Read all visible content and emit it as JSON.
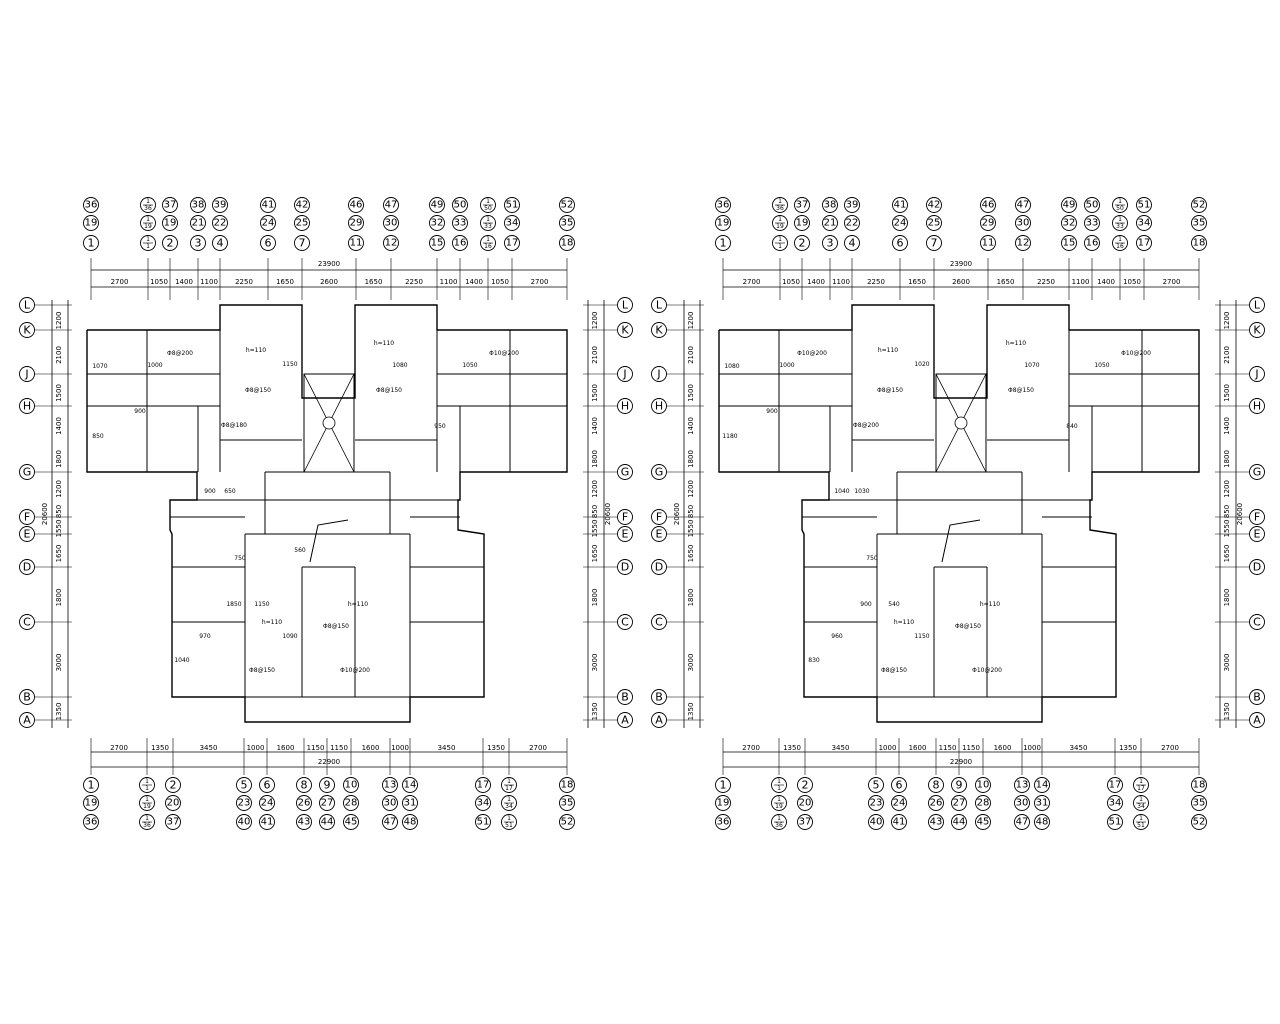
{
  "plans": [
    {
      "id": "left",
      "top_axes": [
        [
          "36",
          "19",
          "1"
        ],
        [
          "1/36",
          "1/19",
          "1/1"
        ],
        [
          "37",
          "19",
          "2"
        ],
        [
          "38",
          "21",
          "3"
        ],
        [
          "39",
          "22",
          "4"
        ],
        [
          "41",
          "24",
          "6"
        ],
        [
          "42",
          "25",
          "7"
        ],
        [
          "46",
          "29",
          "11"
        ],
        [
          "47",
          "30",
          "12"
        ],
        [
          "49",
          "32",
          "15"
        ],
        [
          "50",
          "33",
          "16"
        ],
        [
          "1/50",
          "1/33",
          "1/16"
        ],
        [
          "51",
          "34",
          "17"
        ],
        [
          "52",
          "35",
          "18"
        ]
      ],
      "top_dims": [
        "2700",
        "1050",
        "1400",
        "1100",
        "2250",
        "1650",
        "2600",
        "1650",
        "2250",
        "1100",
        "1400",
        "1050",
        "2700"
      ],
      "top_total": "23900",
      "bottom_dims": [
        "2700",
        "1350",
        "3450",
        "1000",
        "1600",
        "1150",
        "1150",
        "1600",
        "1000",
        "3450",
        "1350",
        "2700"
      ],
      "bottom_total": "22900",
      "bottom_axes": [
        [
          "1",
          "19",
          "36"
        ],
        [
          "1/1",
          "1/19",
          "1/36"
        ],
        [
          "2",
          "20",
          "37"
        ],
        [
          "5",
          "23",
          "40"
        ],
        [
          "6",
          "24",
          "41"
        ],
        [
          "8",
          "26",
          "43"
        ],
        [
          "9",
          "27",
          "44"
        ],
        [
          "10",
          "28",
          "45"
        ],
        [
          "13",
          "30",
          "47"
        ],
        [
          "14",
          "31",
          "48"
        ],
        [
          "17",
          "34",
          "51"
        ],
        [
          "1/17",
          "1/34",
          "1/51"
        ],
        [
          "18",
          "35",
          "52"
        ]
      ],
      "row_axes": [
        "L",
        "K",
        "J",
        "H",
        "G",
        "F",
        "E",
        "D",
        "C",
        "B",
        "A"
      ],
      "row_dims": [
        "1200",
        "2100",
        "1500",
        "1400",
        "1800",
        "1200",
        "850",
        "1550",
        "1650",
        "1800",
        "3000",
        "1350"
      ],
      "row_total": "20600",
      "labels": {
        "slabs": [
          "h=110",
          "h=110",
          "h=110",
          "h=110"
        ],
        "rebars": [
          "Φ8@150",
          "Φ8@150",
          "Φ8@180",
          "Φ8@200",
          "Φ10@200",
          "Φ8@150",
          "Φ8@150",
          "Φ10@200"
        ],
        "dims": [
          "1070",
          "1000",
          "900",
          "1080",
          "1050",
          "1150",
          "950",
          "850",
          "650",
          "900",
          "970",
          "750",
          "1090",
          "1040",
          "1150",
          "1850",
          "560"
        ]
      }
    },
    {
      "id": "right",
      "top_axes": [
        [
          "36",
          "19",
          "1"
        ],
        [
          "1/36",
          "1/19",
          "1/1"
        ],
        [
          "37",
          "19",
          "2"
        ],
        [
          "38",
          "21",
          "3"
        ],
        [
          "39",
          "22",
          "4"
        ],
        [
          "41",
          "24",
          "6"
        ],
        [
          "42",
          "25",
          "7"
        ],
        [
          "46",
          "29",
          "11"
        ],
        [
          "47",
          "30",
          "12"
        ],
        [
          "49",
          "32",
          "15"
        ],
        [
          "50",
          "33",
          "16"
        ],
        [
          "1/50",
          "1/33",
          "1/16"
        ],
        [
          "51",
          "34",
          "17"
        ],
        [
          "52",
          "35",
          "18"
        ]
      ],
      "top_dims": [
        "2700",
        "1050",
        "1400",
        "1100",
        "2250",
        "1650",
        "2600",
        "1650",
        "2250",
        "1100",
        "1400",
        "1050",
        "2700"
      ],
      "top_total": "23900",
      "bottom_dims": [
        "2700",
        "1350",
        "3450",
        "1000",
        "1600",
        "1150",
        "1150",
        "1600",
        "1000",
        "3450",
        "1350",
        "2700"
      ],
      "bottom_total": "22900",
      "bottom_axes": [
        [
          "1",
          "19",
          "36"
        ],
        [
          "1/1",
          "1/19",
          "1/36"
        ],
        [
          "2",
          "20",
          "37"
        ],
        [
          "5",
          "23",
          "40"
        ],
        [
          "6",
          "24",
          "41"
        ],
        [
          "8",
          "26",
          "43"
        ],
        [
          "9",
          "27",
          "44"
        ],
        [
          "10",
          "28",
          "45"
        ],
        [
          "13",
          "30",
          "47"
        ],
        [
          "14",
          "31",
          "48"
        ],
        [
          "17",
          "34",
          "51"
        ],
        [
          "1/17",
          "1/34",
          "1/51"
        ],
        [
          "18",
          "35",
          "52"
        ]
      ],
      "row_axes": [
        "L",
        "K",
        "J",
        "H",
        "G",
        "F",
        "E",
        "D",
        "C",
        "B",
        "A"
      ],
      "row_dims": [
        "1200",
        "2100",
        "1500",
        "1400",
        "1800",
        "1200",
        "850",
        "1550",
        "1650",
        "1800",
        "3000",
        "1350"
      ],
      "row_total": "20600",
      "labels": {
        "slabs": [
          "h=110",
          "h=110",
          "h=110",
          "h=110"
        ],
        "rebars": [
          "Φ8@150",
          "Φ8@150",
          "Φ8@200",
          "Φ10@200",
          "Φ10@200",
          "Φ8@150",
          "Φ8@150",
          "Φ10@200"
        ],
        "dims": [
          "1080",
          "1000",
          "900",
          "1070",
          "1050",
          "1020",
          "840",
          "1180",
          "1030",
          "1040",
          "960",
          "750",
          "1150",
          "830",
          "540",
          "900"
        ]
      }
    }
  ]
}
